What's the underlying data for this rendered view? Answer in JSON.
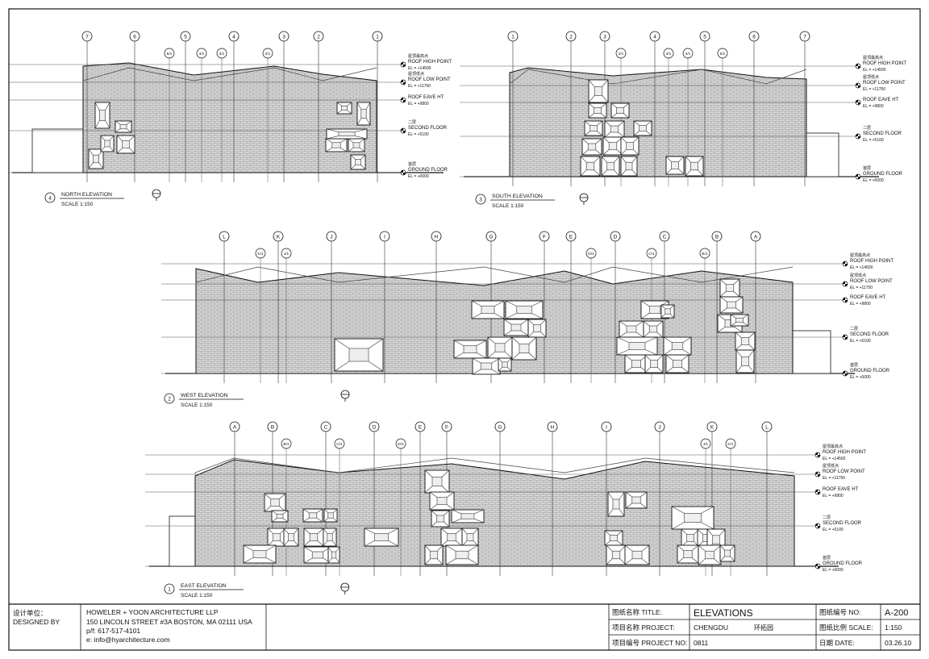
{
  "sheet": {
    "elevations": [
      {
        "id": "north",
        "number": "4",
        "title": "NORTH ELEVATION",
        "scale": "SCALE 1:150",
        "grids": [
          "7",
          "6",
          "5",
          "4",
          "3",
          "2",
          "1"
        ],
        "sub_grids": [
          "5/1",
          "4/1",
          "3/1",
          "2/1"
        ],
        "levels": [
          {
            "cn": "屋顶最高点",
            "name": "ROOF HIGH POINT",
            "el": "EL = +14500"
          },
          {
            "cn": "屋顶低点",
            "name": "ROOF LOW POINT",
            "el": "EL = +11750"
          },
          {
            "cn": "",
            "name": "ROOF EAVE HT",
            "el": "EL = +9800"
          },
          {
            "cn": "二层",
            "name": "SECOND FLOOR",
            "el": "EL = +5100"
          },
          {
            "cn": "首层",
            "name": "GROUND FLOOR",
            "el": "EL = +0000"
          }
        ]
      },
      {
        "id": "south",
        "number": "3",
        "title": "SOUTH ELEVATION",
        "scale": "SCALE 1:150",
        "grids": [
          "1",
          "2",
          "3",
          "4",
          "5",
          "6",
          "7"
        ],
        "sub_grids": [
          "2/1",
          "3/1",
          "4/1",
          "5/1"
        ],
        "levels": [
          {
            "cn": "屋顶最高点",
            "name": "ROOF HIGH POINT",
            "el": "EL = +14500"
          },
          {
            "cn": "屋顶低点",
            "name": "ROOF LOW POINT",
            "el": "EL = +11750"
          },
          {
            "cn": "",
            "name": "ROOF EAVE HT",
            "el": "EL = +9800"
          },
          {
            "cn": "二层",
            "name": "SECOND FLOOR",
            "el": "EL = +5100"
          },
          {
            "cn": "首层",
            "name": "GROUND FLOOR",
            "el": "EL = +0000"
          }
        ]
      },
      {
        "id": "west",
        "number": "2",
        "title": "WEST ELEVATION",
        "scale": "SCALE 1:150",
        "grids": [
          "L",
          "K",
          "J",
          "I",
          "H",
          "G",
          "F",
          "E",
          "D",
          "C",
          "B",
          "A"
        ],
        "sub_grids": [
          "K/1",
          "J/1",
          "D/1",
          "C/1",
          "B/1"
        ],
        "levels": [
          {
            "cn": "屋顶最高点",
            "name": "ROOF HIGH POINT",
            "el": "EL = +14500"
          },
          {
            "cn": "屋顶低点",
            "name": "ROOF LOW POINT",
            "el": "EL = +11750"
          },
          {
            "cn": "",
            "name": "ROOF EAVE HT",
            "el": "EL = +9800"
          },
          {
            "cn": "二层",
            "name": "SECOND FLOOR",
            "el": "EL = +5100"
          },
          {
            "cn": "首层",
            "name": "GROUND FLOOR",
            "el": "EL = +0000"
          }
        ]
      },
      {
        "id": "east",
        "number": "1",
        "title": "EAST ELEVATION",
        "scale": "SCALE 1:150",
        "grids": [
          "A",
          "B",
          "C",
          "D",
          "E",
          "F",
          "G",
          "H",
          "I",
          "J",
          "K",
          "L"
        ],
        "sub_grids": [
          "B/1",
          "C/1",
          "D/1",
          "J/1",
          "K/1"
        ],
        "levels": [
          {
            "cn": "屋顶最高点",
            "name": "ROOF HIGH POINT",
            "el": "EL = +14500"
          },
          {
            "cn": "屋顶低点",
            "name": "ROOF LOW POINT",
            "el": "EL = +11750"
          },
          {
            "cn": "",
            "name": "ROOF EAVE HT",
            "el": "EL = +9800"
          },
          {
            "cn": "二层",
            "name": "SECOND FLOOR",
            "el": "EL = +5100"
          },
          {
            "cn": "首层",
            "name": "GROUND FLOOR",
            "el": "EL = +0000"
          }
        ]
      }
    ],
    "title_block": {
      "designed_by_cn": "设计单位：",
      "designed_by": "DESIGNED BY",
      "firm": "HOWELER + YOON ARCHITECTURE LLP",
      "address": "150 LINCOLN STREET #3A  BOSTON, MA 02111 USA",
      "phone": "p/f: 617-517-4101",
      "email": "e: info@hyarchitecture.com",
      "title_label": "图纸名称 TITLE:",
      "title_value": "ELEVATIONS",
      "project_label": "项目名称 PROJECT:",
      "project_value": "CHENGDU",
      "project_value_cn": "环拓园",
      "project_no_label": "项目编号 PROJECT NO:",
      "project_no_value": "0811",
      "drawing_no_label": "图纸编号 NO:",
      "drawing_no_value": "A-200",
      "scale_label": "图纸比例 SCALE:",
      "scale_value": "1:150",
      "date_label": "日期 DATE:",
      "date_value": "03.26.10"
    }
  }
}
